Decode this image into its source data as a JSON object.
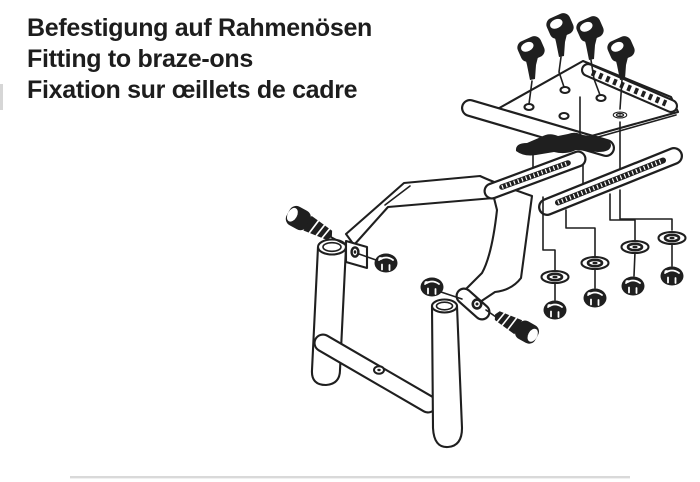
{
  "page": {
    "background_color": "#ffffff",
    "ink_color": "#1f1f1f"
  },
  "captions": {
    "german": "Befestigung auf Rahmenösen",
    "english": "Fitting to braze-ons",
    "french": "Fixation sur œillets de cadre"
  },
  "diagram": {
    "type": "exploded-assembly-line-art",
    "part_names": [
      "hex-socket-bolt",
      "mounting-plate",
      "plate-hole",
      "serrated-clamp-strip",
      "platform-tube",
      "clamp-joint",
      "slotted-rail",
      "washer",
      "hex-nut",
      "rack-arm",
      "rack-stay",
      "frame-tube",
      "braze-on-eyelet",
      "cross-tube"
    ],
    "counts": {
      "top_bolts": 4,
      "plate_holes": 4,
      "washer_nut_pairs": 4,
      "slotted_rails": 2,
      "eyelet_bolts": 2,
      "eyelet_nuts": 2,
      "frame_tubes": 2
    }
  }
}
